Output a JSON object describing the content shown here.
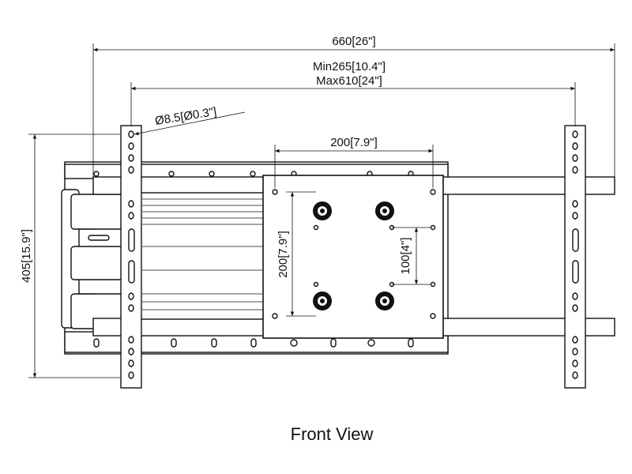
{
  "dimensions": {
    "overall_width": "660[26\"]",
    "rail_min": "Min265[10.4\"]",
    "rail_max": "Max610[24\"]",
    "hole_diameter": "Ø8.5[Ø0.3\"]",
    "vesa_width": "200[7.9\"]",
    "overall_height": "405[15.9\"]",
    "vesa_height_large": "200[7.9\"]",
    "vesa_height_small": "100[4\"]"
  },
  "caption": "Front View",
  "colors": {
    "line": "#111111",
    "background": "#ffffff"
  }
}
